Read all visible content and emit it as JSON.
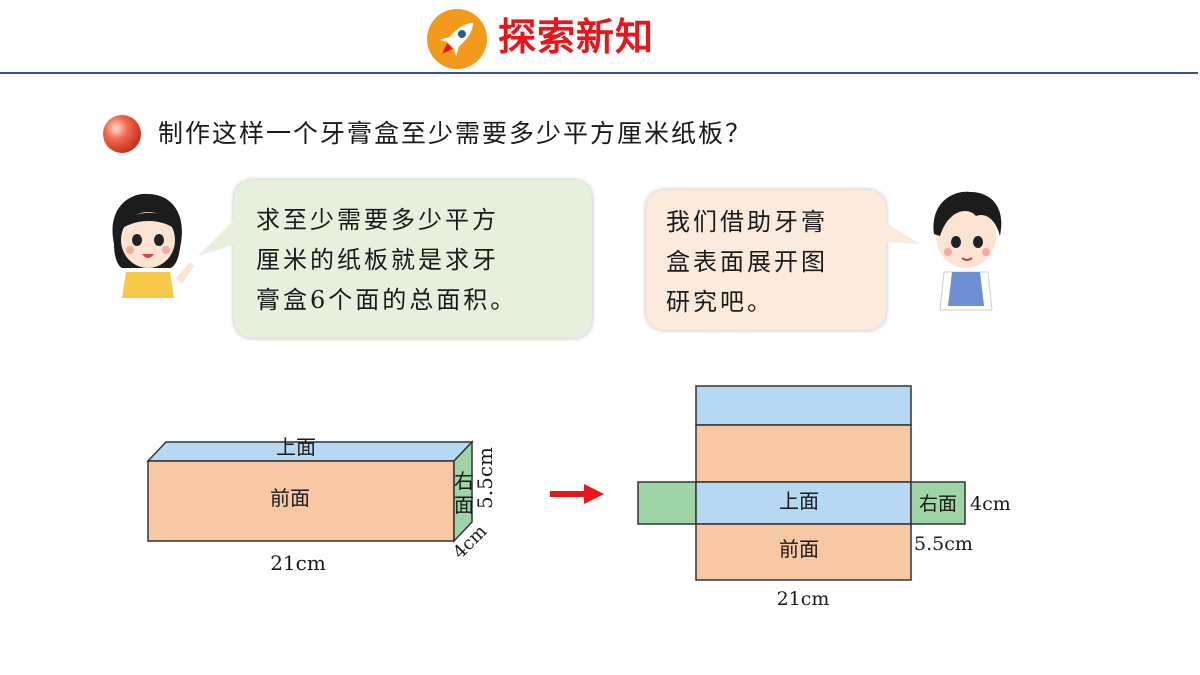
{
  "header": {
    "title": "探索新知",
    "icon": "rocket-icon",
    "accent": "#e8151b"
  },
  "question": {
    "icon": "red-ball-icon",
    "text": "制作这样一个牙膏盒至少需要多少平方厘米纸板？"
  },
  "girl_bubble": {
    "lines": [
      "求至少需要多少平方",
      "厘米的纸板就是求牙",
      "膏盒6个面的总面积。"
    ]
  },
  "boy_bubble": {
    "lines": [
      "我们借助牙膏",
      "盒表面展开图",
      "研究吧。"
    ]
  },
  "box_3d": {
    "top_label": "上面",
    "front_label": "前面",
    "right_label_1": "右",
    "right_label_2": "面",
    "length": "21cm",
    "height": "5.5cm",
    "width": "4cm"
  },
  "net": {
    "top_label": "上面",
    "front_label": "前面",
    "right_label": "右面",
    "width": "4cm",
    "height": "5.5cm",
    "length": "21cm"
  },
  "colors": {
    "blue_face": "#b7d8f2",
    "orange_face": "#f8c8a4",
    "green_face": "#9fd4a6",
    "arrow": "#e8151b"
  }
}
